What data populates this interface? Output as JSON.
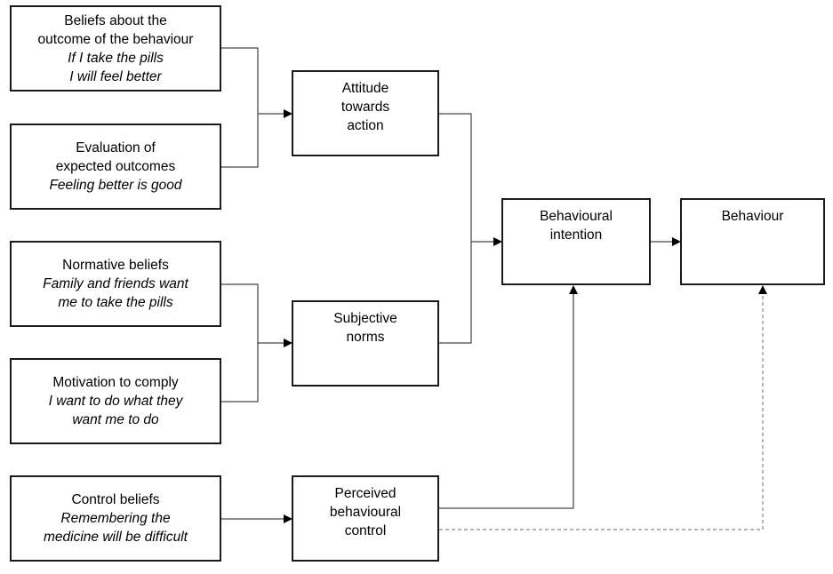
{
  "boxes": {
    "beliefs_outcome": {
      "lines": [
        "Beliefs about the",
        "outcome of the behaviour"
      ],
      "italic": [
        "If I take the pills",
        "I will feel better"
      ]
    },
    "evaluation": {
      "lines": [
        "Evaluation of",
        "expected outcomes"
      ],
      "italic": [
        "Feeling better is good"
      ]
    },
    "normative": {
      "lines": [
        "Normative beliefs"
      ],
      "italic": [
        "Family and friends want",
        "me to take the pills"
      ]
    },
    "motivation": {
      "lines": [
        "Motivation to comply"
      ],
      "italic": [
        "I want to do what they",
        "want me to do"
      ]
    },
    "control_beliefs": {
      "lines": [
        "Control beliefs"
      ],
      "italic": [
        "Remembering the",
        "medicine will be difficult"
      ]
    },
    "attitude": {
      "lines": [
        "Attitude",
        "towards",
        "action"
      ]
    },
    "subjective": {
      "lines": [
        "Subjective",
        "norms"
      ]
    },
    "perceived": {
      "lines": [
        "Perceived",
        "behavioural",
        "control"
      ]
    },
    "intention": {
      "lines": [
        "Behavioural",
        "intention"
      ]
    },
    "behaviour": {
      "lines": [
        "Behaviour"
      ]
    }
  },
  "colors": {
    "line": "#1a1a1a",
    "dashed": "#888888"
  }
}
